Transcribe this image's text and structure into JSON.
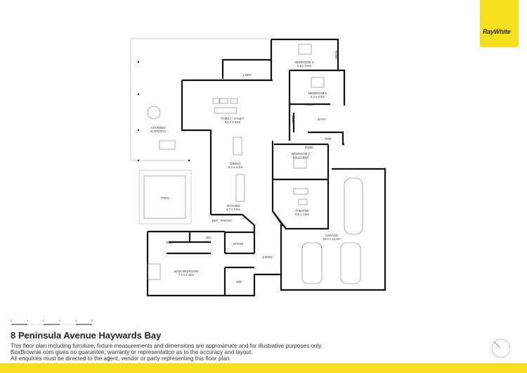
{
  "brand": {
    "logo_text": "RayWhite",
    "color": "#f7e11e"
  },
  "rooms": {
    "bedroom4": {
      "name": "BEDROOM 4",
      "dim": "5.9 x 3.0m"
    },
    "bedroom3": {
      "name": "BEDROOM 3",
      "dim": "5.4 x 3.0m"
    },
    "bedroom2": {
      "name": "BEDROOM 2",
      "dim": "5.8 x 2.81m"
    },
    "laundry": {
      "name": "L'DRY"
    },
    "robe1": {
      "name": "ROBE"
    },
    "robe2": {
      "name": "ROBE"
    },
    "robe3": {
      "name": "ROBE"
    },
    "linen": {
      "name": "LINEN"
    },
    "bath": {
      "name": "BATH"
    },
    "pdr": {
      "name": "PDR"
    },
    "family": {
      "name": "FAMILY / STUDY",
      "dim": "9.0 x 4.21m"
    },
    "alfresco": {
      "name": "COVERED",
      "name2": "ALFRESCO"
    },
    "dining": {
      "name": "DINING",
      "dim": "6.0 x 4.2m"
    },
    "kitchen": {
      "name": "KITCHEN",
      "dim": "3.7 x 3.9m"
    },
    "pool": {
      "name": "POOL"
    },
    "ref": {
      "name": "REF"
    },
    "pantry": {
      "name": "PANTRY"
    },
    "theatre": {
      "name": "THEATRE",
      "dim": "5.6 x 4.8m"
    },
    "garage": {
      "name": "GARAGE",
      "dim": "10.0 x 12.0m"
    },
    "ens": {
      "name": "ENS"
    },
    "wc": {
      "name": "WC"
    },
    "store": {
      "name": "STORE"
    },
    "entry": {
      "name": "ENTRY"
    },
    "main_bedroom": {
      "name": "MAIN BEDROOM",
      "dim": "7.4 x 4.15m"
    },
    "wir": {
      "name": "WIR"
    }
  },
  "scale": {
    "ticks": [
      "0",
      "1",
      "2",
      "3",
      "4",
      "5"
    ]
  },
  "footer": {
    "title": "8 Peninsula Avenue Haywards Bay",
    "disclaimer": [
      "This floor plan including furniture, fixture measurements and dimensions are approximate and for illustrative purposes only.",
      "BoxBrownie.com gives no guarantee, warranty or representation as to the accuracy and layout.",
      "All enquiries must be directed to the agent, vendor or party representing this floor plan."
    ]
  },
  "compass": {
    "icon": "north-arrow-icon"
  }
}
